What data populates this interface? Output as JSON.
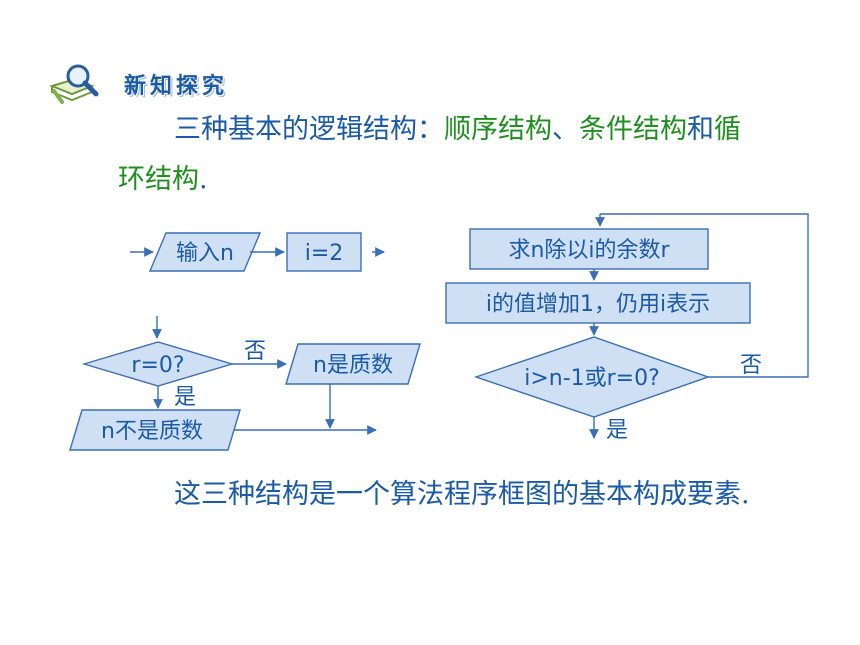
{
  "header": {
    "title": "新知探究",
    "icon": "magnifier-book-icon"
  },
  "intro": {
    "prefix": "三种基本的逻辑结构：",
    "seq": "顺序结构",
    "sep": "、",
    "cond": "条件结构",
    "and": "和",
    "loop": "循环结构",
    "end": "."
  },
  "flow_seq": {
    "input": "输入n",
    "assign": "i=2"
  },
  "flow_cond": {
    "decision": "r=0?",
    "no": "否",
    "yes": "是",
    "prime": "n是质数",
    "not_prime": "n不是质数"
  },
  "flow_loop": {
    "remainder": "求n除以i的余数r",
    "increment": "i的值增加1，仍用i表示",
    "decision": "i>n-1或r=0?",
    "no": "否",
    "yes": "是"
  },
  "conclusion": {
    "text": "这三种结构是一个算法程序框图的基本构成要素."
  },
  "colors": {
    "text": "#1a5aa6",
    "highlight": "#1f8f1f",
    "shape_fill": "#cfe0f4",
    "line": "#3a6fb5"
  }
}
